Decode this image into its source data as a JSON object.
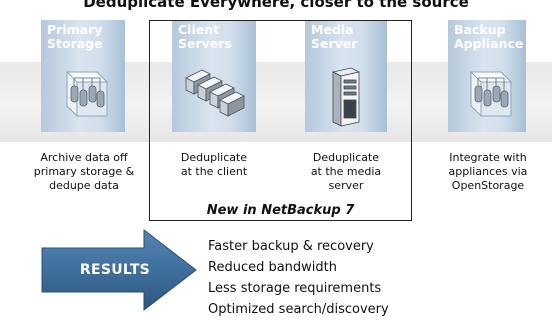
{
  "heading": "Deduplicate Everywhere, closer to the source",
  "columns": [
    {
      "title": "Primary Storage",
      "caption": [
        "Archive data off",
        "primary storage &",
        "dedupe data"
      ]
    },
    {
      "title": "Client Servers",
      "caption": [
        "Deduplicate",
        "at the client"
      ]
    },
    {
      "title": "Media Server",
      "caption": [
        "Deduplicate",
        "at the media",
        "server"
      ]
    },
    {
      "title": "Backup Appliance",
      "caption": [
        "Integrate with",
        "appliances via",
        "OpenStorage"
      ]
    }
  ],
  "new_label": "New in NetBackup 7",
  "results": {
    "label": "RESULTS",
    "items": [
      "Faster backup & recovery",
      "Reduced bandwidth",
      "Less storage requirements",
      "Optimized search/discovery"
    ]
  },
  "colors": {
    "arrow": "#3f6f9c",
    "arrow_dark": "#2d5680",
    "column_bg": "#c4d5e6",
    "band": "#ececec"
  },
  "icons": [
    "storage-array-icon",
    "server-stack-icon",
    "server-tower-icon",
    "appliance-icon"
  ]
}
